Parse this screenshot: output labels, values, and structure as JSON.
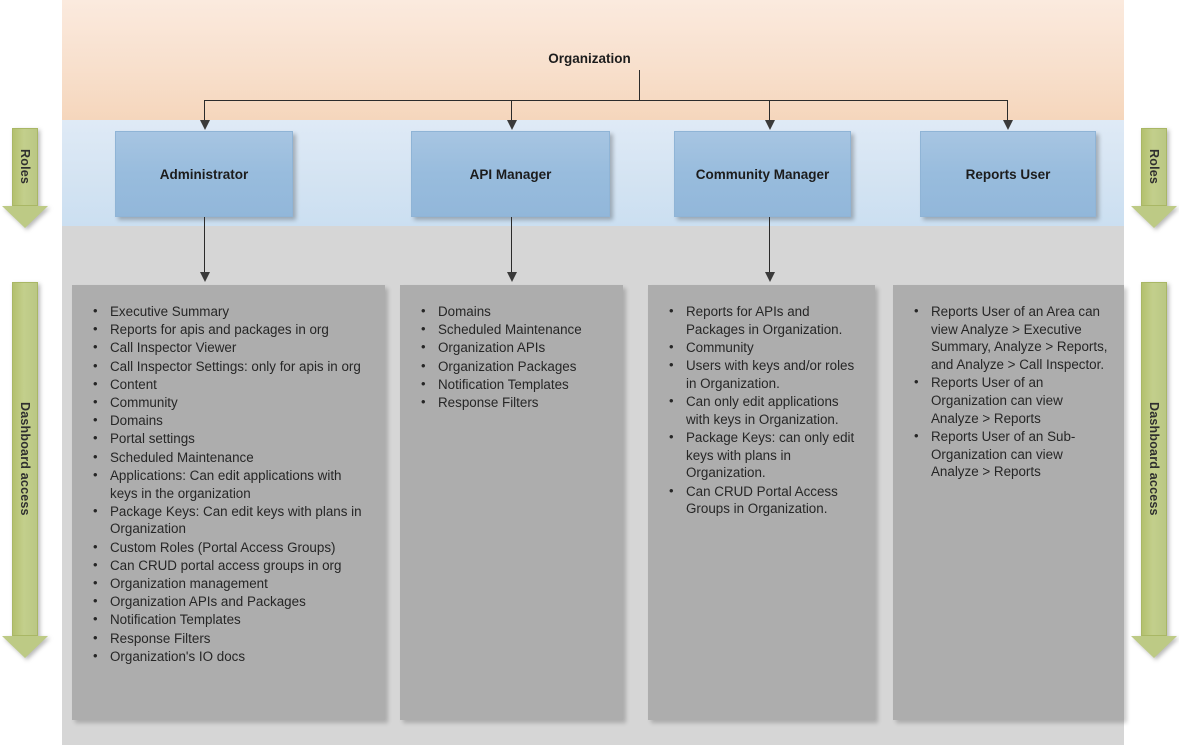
{
  "diagram": {
    "title": "Organization",
    "side_labels": {
      "roles": "Roles",
      "dashboard_access": "Dashboard access"
    },
    "colors": {
      "org_band": "#f8e0cd",
      "roles_band": "#d3e3f2",
      "dashboard_band": "#d6d6d6",
      "role_box": "#98bcdd",
      "permission_panel": "#adadad",
      "arrow_green": "#bdca85"
    },
    "roles": [
      {
        "name": "Administrator"
      },
      {
        "name": "API Manager"
      },
      {
        "name": "Community Manager"
      },
      {
        "name": "Reports User"
      }
    ],
    "permissions": [
      {
        "role": "Administrator",
        "items": [
          "Executive Summary",
          "Reports for apis and packages in org",
          "Call Inspector Viewer",
          "Call Inspector Settings: only for apis in org",
          "Content",
          "Community",
          "Domains",
          "Portal settings",
          "Scheduled Maintenance",
          "Applications: Can edit applications with keys in the organization",
          "Package Keys: Can edit keys with plans in Organization",
          "Custom Roles (Portal Access Groups)",
          "Can CRUD portal access groups in org",
          "Organization management",
          "Organization APIs and Packages",
          "Notification Templates",
          "Response Filters",
          "Organization's IO docs"
        ]
      },
      {
        "role": "API Manager",
        "items": [
          "Domains",
          "Scheduled Maintenance",
          "Organization APIs",
          "Organization Packages",
          "Notification Templates",
          "Response Filters"
        ]
      },
      {
        "role": "Community Manager",
        "items": [
          "Reports for APIs and Packages in Organization.",
          "Community",
          "Users with keys and/or roles in Organization.",
          "Can only edit applications with keys in Organization.",
          "Package Keys: can only edit keys with plans in Organization.",
          "Can CRUD Portal Access Groups in Organization."
        ]
      },
      {
        "role": "Reports User",
        "items": [
          "Reports User of an Area can view Analyze > Executive Summary, Analyze > Reports, and Analyze > Call Inspector.",
          "Reports User of an Organization can view Analyze > Reports",
          "Reports User of an Sub-Organization can view Analyze > Reports"
        ]
      }
    ]
  }
}
